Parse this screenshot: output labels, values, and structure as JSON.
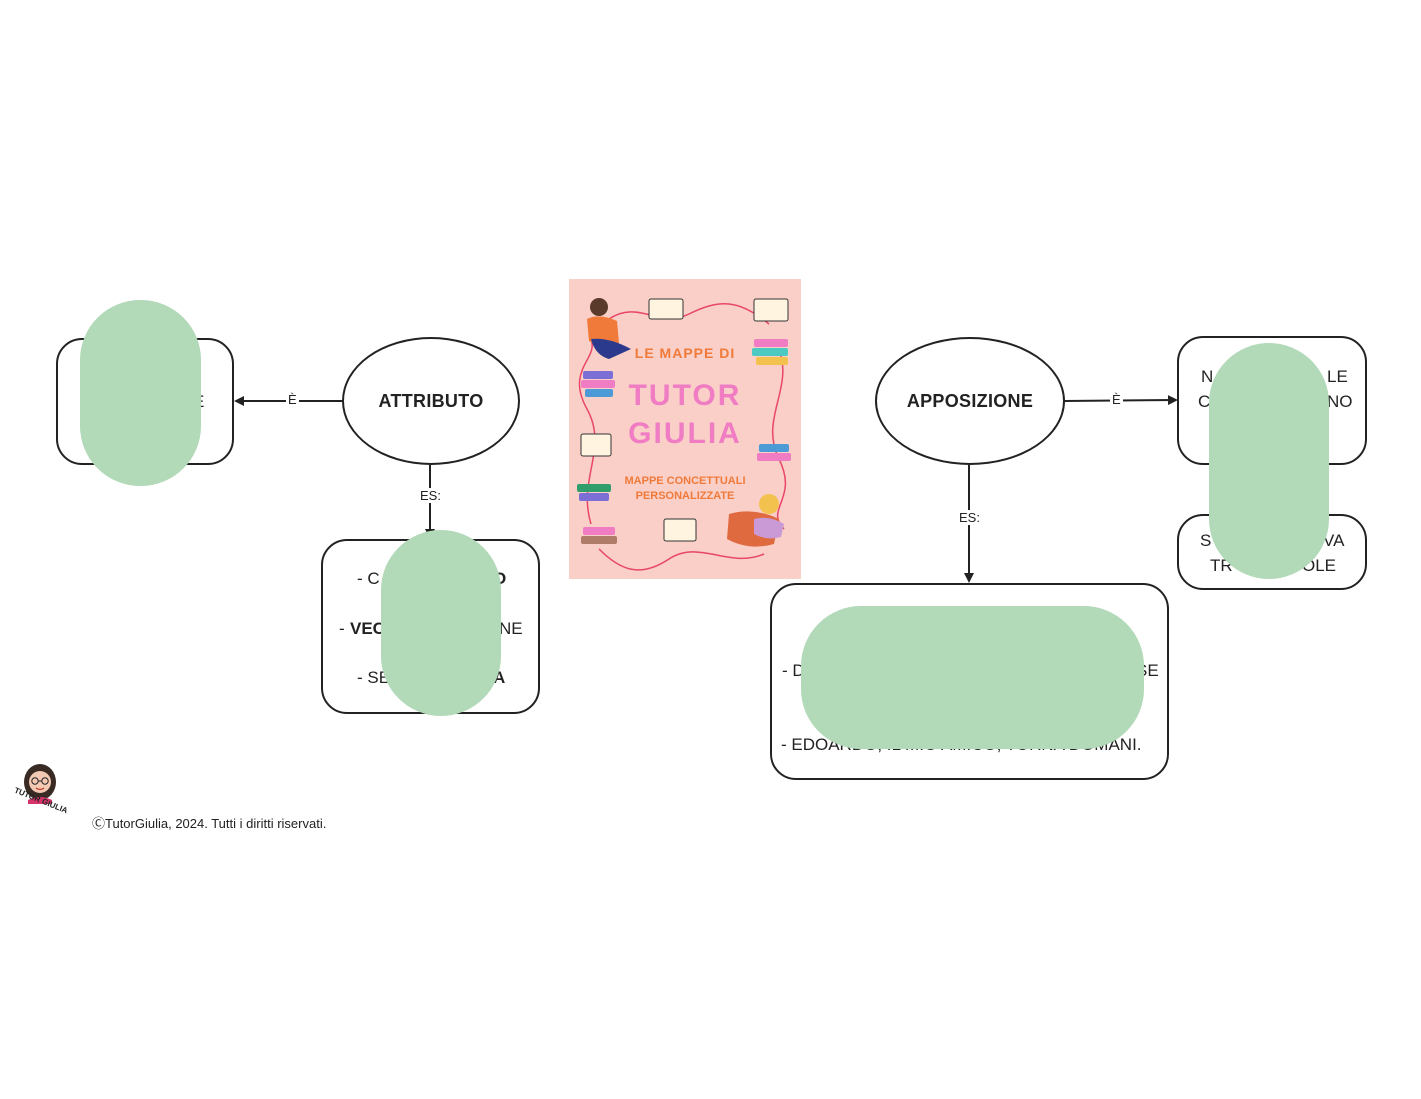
{
  "nodes": {
    "attributo": "ATTRIBUTO",
    "apposizione": "APPOSIZIONE",
    "left_def": {
      "line1": "E"
    },
    "attr_examples": {
      "line1": "- C",
      "line2_bold": "VEC",
      "line2_rest": "NE",
      "line3": "- SE",
      "line1_tail": "O",
      "line3_tail": "A",
      "line2_prefix": "- "
    },
    "appos_def": {
      "line1_a": "N",
      "line1_b": "LE",
      "line2_a": "C",
      "line2_b": "NO"
    },
    "appos_note": {
      "line1_a": "S",
      "line1_b": "VA",
      "line2_a": "TR",
      "line2_b": "OLE"
    },
    "appos_examples": {
      "line1_a": "- D",
      "line1_b": "SE",
      "line2": "- EDOARDO, IL MIO AMICO, TORNA DOMANI."
    }
  },
  "edges": {
    "attr_to_left": "È",
    "attr_to_examples": "ES:",
    "appos_to_def": "È",
    "appos_to_examples": "ES:"
  },
  "poster": {
    "header": "LE MAPPE DI",
    "title_line1": "TUTOR",
    "title_line2": "GIULIA",
    "subtitle_line1": "MAPPE CONCETTUALI",
    "subtitle_line2": "PERSONALIZZATE"
  },
  "logo": {
    "text": "TUTOR GIULIA"
  },
  "footer": {
    "copyright": "ⒸTutorGiulia, 2024. Tutti i diritti riservati."
  },
  "colors": {
    "redaction": "#b2d9b8",
    "poster_bg": "#f9cfc7",
    "poster_title": "#f07cc4",
    "poster_accent": "#f07a3a"
  }
}
